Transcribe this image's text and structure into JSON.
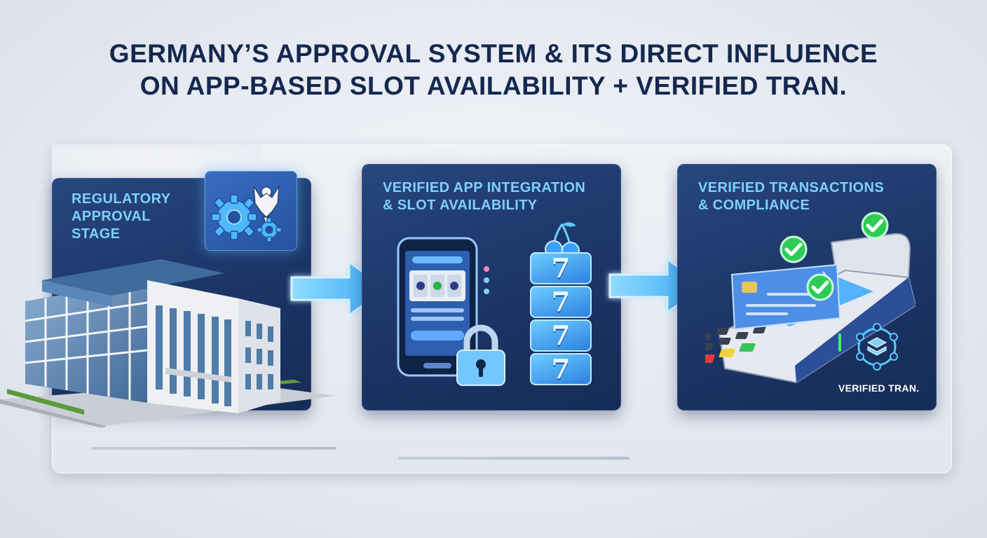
{
  "title": {
    "line1": "GERMANY’S APPROVAL SYSTEM & ITS DIRECT INFLUENCE",
    "line2": "ON APP-BASED SLOT AVAILABILITY + VERIFIED TRAN."
  },
  "stages": [
    {
      "title_lines": [
        "REGULATORY",
        "APPROVAL",
        "STAGE"
      ]
    },
    {
      "title_lines": [
        "VERIFIED APP INTEGRATION",
        "& SLOT AVAILABILITY"
      ]
    },
    {
      "title_lines": [
        "VERIFIED TRANSACTIONS",
        "& COMPLIANCE"
      ]
    }
  ],
  "slot_symbol": "7",
  "verified_badge": "VERIFIED TRAN.",
  "colors": {
    "title": "#14284f",
    "card": "#1b3566",
    "card_title": "#7fd0ff",
    "arrow": "#5bc8ff",
    "check": "#2ecc57"
  },
  "icons": [
    "gear-icon",
    "eagle-emblem-icon",
    "building-icon",
    "phone-icon",
    "padlock-icon",
    "cherry-icon",
    "slot-reel-icon",
    "arrow-right-icon",
    "payment-terminal-icon",
    "credit-card-icon",
    "checkmark-icon",
    "network-node-icon"
  ]
}
